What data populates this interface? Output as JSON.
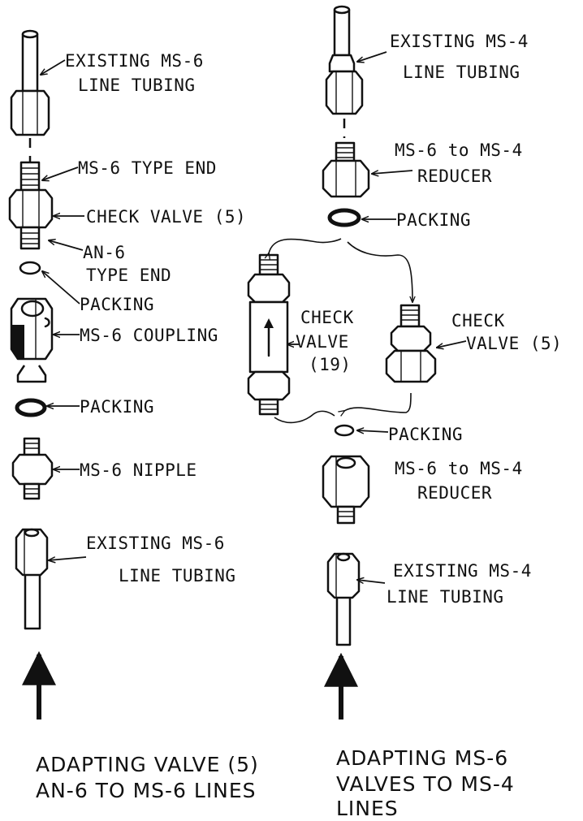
{
  "colors": {
    "ink": "#111111",
    "background": "#ffffff"
  },
  "left_assembly": {
    "caption_line1": "ADAPTING VALVE (5)",
    "caption_line2": "AN-6 TO MS-6 LINES",
    "labels": {
      "top_tubing_1": "EXISTING MS-6",
      "top_tubing_2": "LINE TUBING",
      "ms6_type_end": "MS-6 TYPE END",
      "check_valve": "CHECK VALVE (5)",
      "an6_1": "AN-6",
      "an6_2": "TYPE END",
      "packing_1": "PACKING",
      "coupling": "MS-6 COUPLING",
      "packing_2": "PACKING",
      "nipple": "MS-6 NIPPLE",
      "bottom_tubing_1": "EXISTING MS-6",
      "bottom_tubing_2": "LINE TUBING"
    }
  },
  "right_assembly": {
    "caption_line1": "ADAPTING MS-6",
    "caption_line2": "VALVES TO MS-4",
    "caption_line3": "LINES",
    "labels": {
      "top_tubing_1": "EXISTING MS-4",
      "top_tubing_2": "LINE TUBING",
      "reducer_top_1": "MS-6 to MS-4",
      "reducer_top_2": "REDUCER",
      "packing_top": "PACKING",
      "cv19_1": "CHECK",
      "cv19_2": "VALVE",
      "cv19_3": "(19)",
      "cv5_1": "CHECK",
      "cv5_2": "VALVE (5)",
      "packing_bottom": "PACKING",
      "reducer_bottom_1": "MS-6 to MS-4",
      "reducer_bottom_2": "REDUCER",
      "bottom_tubing_1": "EXISTING MS-4",
      "bottom_tubing_2": "LINE TUBING"
    }
  }
}
